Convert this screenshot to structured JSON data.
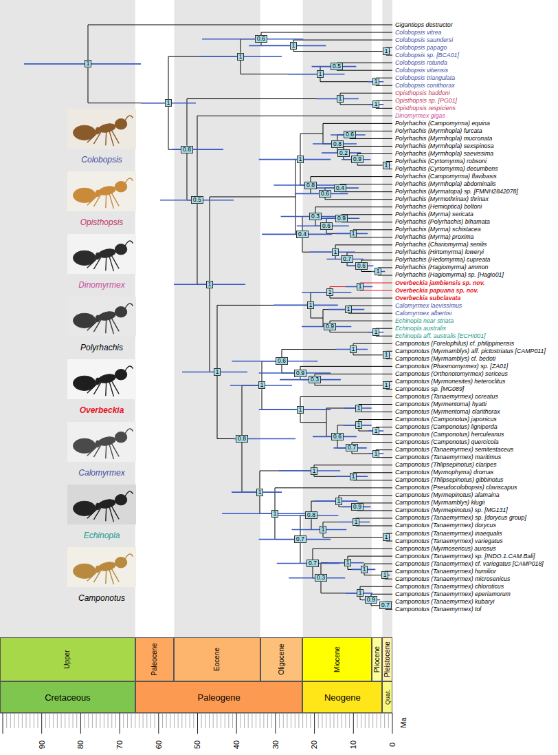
{
  "diagram": {
    "nodes": [
      {
        "text": [
          "1"
        ]
      },
      {
        "text": [
          "1"
        ]
      },
      {
        "text": [
          "1"
        ]
      },
      {
        "text": [
          "0.6"
        ]
      },
      {
        "text": [
          "1"
        ]
      },
      {
        "text": [
          "1"
        ]
      },
      {
        "text": [
          "1"
        ]
      },
      {
        "text": [
          "0.5"
        ]
      },
      {
        "text": [
          "1"
        ]
      },
      {
        "text": [
          "0.8"
        ]
      },
      {
        "text": [
          "1"
        ]
      },
      {
        "text": [
          "1"
        ]
      },
      {
        "text": [
          "0.5"
        ]
      },
      {
        "text": [
          "1"
        ]
      },
      {
        "text": [
          "1"
        ]
      },
      {
        "text": [
          "0.8"
        ]
      },
      {
        "text": [
          "0.6"
        ]
      },
      {
        "text": [
          "0.2"
        ]
      },
      {
        "text": [
          "0.9"
        ]
      },
      {
        "text": [
          "1"
        ]
      },
      {
        "text": [
          "0.8"
        ]
      },
      {
        "text": [
          "0.6"
        ]
      },
      {
        "text": [
          "0.4"
        ]
      },
      {
        "text": [
          "0.4"
        ]
      },
      {
        "text": [
          "0.3"
        ]
      },
      {
        "text": [
          "0.6"
        ]
      },
      {
        "text": [
          "0.9"
        ]
      },
      {
        "text": [
          "1"
        ]
      },
      {
        "text": [
          "1"
        ]
      },
      {
        "text": [
          "0.7"
        ]
      },
      {
        "text": [
          "0.6"
        ]
      },
      {
        "text": [
          "1"
        ]
      },
      {
        "text": [
          "1"
        ]
      },
      {
        "text": [
          "1"
        ]
      },
      {
        "text": [
          "1"
        ]
      },
      {
        "text": [
          "1"
        ]
      },
      {
        "text": [
          "1"
        ]
      },
      {
        "text": [
          "0.9"
        ]
      },
      {
        "text": [
          "1"
        ]
      },
      {
        "text": [
          "0.8"
        ]
      },
      {
        "text": [
          "1"
        ]
      },
      {
        "text": [
          "0.6"
        ]
      },
      {
        "text": [
          "1"
        ]
      },
      {
        "text": [
          "1"
        ]
      },
      {
        "text": [
          "0.9"
        ]
      },
      {
        "text": [
          "0.3"
        ]
      },
      {
        "text": [
          "1"
        ]
      },
      {
        "text": [
          "1"
        ]
      },
      {
        "text": [
          "1"
        ]
      },
      {
        "text": [
          "0.6"
        ]
      },
      {
        "text": [
          "1"
        ]
      },
      {
        "text": [
          "1"
        ]
      },
      {
        "text": [
          "0.7"
        ]
      },
      {
        "text": [
          "1"
        ]
      },
      {
        "text": [
          "1"
        ]
      },
      {
        "text": [
          "1"
        ]
      },
      {
        "text": [
          "1"
        ]
      },
      {
        "text": [
          "1"
        ]
      },
      {
        "text": [
          "0.7"
        ]
      },
      {
        "text": [
          "0.8"
        ]
      },
      {
        "text": [
          "1"
        ]
      },
      {
        "text": [
          "0.9"
        ]
      },
      {
        "text": [
          "1"
        ]
      },
      {
        "text": [
          "1"
        ]
      },
      {
        "text": [
          "1"
        ]
      },
      {
        "text": [
          "0.7"
        ]
      },
      {
        "text": [
          "0.3"
        ]
      },
      {
        "text": [
          "1"
        ]
      },
      {
        "text": [
          "1"
        ]
      },
      {
        "text": [
          "1"
        ]
      },
      {
        "text": [
          "1"
        ]
      },
      {
        "text": [
          "0.9"
        ]
      },
      {
        "text": [
          "0.7"
        ]
      },
      {
        "text": [
          "Upper"
        ]
      },
      {
        "text": [
          "Paleocene"
        ]
      },
      {
        "text": [
          "Eocene"
        ]
      },
      {
        "text": [
          "Oligocene"
        ]
      },
      {
        "text": [
          "Miocene"
        ]
      },
      {
        "text": [
          "Pliocene"
        ]
      },
      {
        "text": [
          "Pleistocene"
        ]
      },
      {
        "text": [
          "Cretaceous"
        ]
      },
      {
        "text": [
          "Paleogene"
        ]
      },
      {
        "text": [
          "Neogene"
        ]
      },
      {
        "text": [
          "Quat."
        ]
      }
    ],
    "edges": [
      {
        "from": 0,
        "to": 1,
        "arrow": "none"
      },
      {
        "from": 1,
        "to": 2,
        "arrow": "none"
      },
      {
        "from": 1,
        "to": 9,
        "arrow": "none"
      },
      {
        "from": 2,
        "to": 3,
        "arrow": "none"
      },
      {
        "from": 2,
        "to": 6,
        "arrow": "none"
      },
      {
        "from": 3,
        "to": 4,
        "arrow": "none"
      },
      {
        "from": 4,
        "to": 5,
        "arrow": "none"
      },
      {
        "from": 6,
        "to": 7,
        "arrow": "none"
      },
      {
        "from": 6,
        "to": 8,
        "arrow": "none"
      },
      {
        "from": 9,
        "to": 10,
        "arrow": "none"
      },
      {
        "from": 9,
        "to": 12,
        "arrow": "none"
      },
      {
        "from": 10,
        "to": 11,
        "arrow": "none"
      },
      {
        "from": 12,
        "to": 13,
        "arrow": "none"
      },
      {
        "from": 13,
        "to": 32,
        "arrow": "none"
      },
      {
        "from": 14,
        "to": 20,
        "arrow": "none"
      },
      {
        "from": 15,
        "to": 16,
        "arrow": "none"
      },
      {
        "from": 15,
        "to": 17,
        "arrow": "none"
      },
      {
        "from": 17,
        "to": 18,
        "arrow": "none"
      },
      {
        "from": 18,
        "to": 19,
        "arrow": "none"
      },
      {
        "from": 20,
        "to": 21,
        "arrow": "none"
      },
      {
        "from": 21,
        "to": 22,
        "arrow": "none"
      },
      {
        "from": 23,
        "to": 24,
        "arrow": "none"
      },
      {
        "from": 23,
        "to": 28,
        "arrow": "none"
      },
      {
        "from": 24,
        "to": 25,
        "arrow": "none"
      },
      {
        "from": 25,
        "to": 26,
        "arrow": "none"
      },
      {
        "from": 25,
        "to": 27,
        "arrow": "none"
      },
      {
        "from": 28,
        "to": 29,
        "arrow": "none"
      },
      {
        "from": 29,
        "to": 30,
        "arrow": "none"
      },
      {
        "from": 30,
        "to": 31,
        "arrow": "none"
      },
      {
        "from": 32,
        "to": 33,
        "arrow": "none"
      },
      {
        "from": 32,
        "to": 39,
        "arrow": "none"
      },
      {
        "from": 33,
        "to": 34,
        "arrow": "none"
      },
      {
        "from": 34,
        "to": 35,
        "arrow": "none"
      },
      {
        "from": 37,
        "to": 38,
        "arrow": "none"
      },
      {
        "from": 39,
        "to": 40,
        "arrow": "none"
      },
      {
        "from": 39,
        "to": 54,
        "arrow": "none"
      },
      {
        "from": 40,
        "to": 41,
        "arrow": "none"
      },
      {
        "from": 40,
        "to": 47,
        "arrow": "none"
      },
      {
        "from": 41,
        "to": 42,
        "arrow": "none"
      },
      {
        "from": 41,
        "to": 44,
        "arrow": "none"
      },
      {
        "from": 42,
        "to": 43,
        "arrow": "none"
      },
      {
        "from": 44,
        "to": 45,
        "arrow": "none"
      },
      {
        "from": 45,
        "to": 46,
        "arrow": "none"
      },
      {
        "from": 49,
        "to": 50,
        "arrow": "none"
      },
      {
        "from": 49,
        "to": 52,
        "arrow": "none"
      },
      {
        "from": 50,
        "to": 51,
        "arrow": "none"
      },
      {
        "from": 52,
        "to": 53,
        "arrow": "none"
      },
      {
        "from": 54,
        "to": 55,
        "arrow": "none"
      },
      {
        "from": 54,
        "to": 57,
        "arrow": "none"
      },
      {
        "from": 55,
        "to": 56,
        "arrow": "none"
      },
      {
        "from": 57,
        "to": 58,
        "arrow": "none"
      },
      {
        "from": 58,
        "to": 59,
        "arrow": "none"
      },
      {
        "from": 58,
        "to": 65,
        "arrow": "none"
      },
      {
        "from": 59,
        "to": 60,
        "arrow": "none"
      },
      {
        "from": 59,
        "to": 62,
        "arrow": "none"
      },
      {
        "from": 60,
        "to": 61,
        "arrow": "none"
      },
      {
        "from": 62,
        "to": 63,
        "arrow": "none"
      },
      {
        "from": 62,
        "to": 64,
        "arrow": "none"
      },
      {
        "from": 65,
        "to": 66,
        "arrow": "none"
      },
      {
        "from": 66,
        "to": 67,
        "arrow": "none"
      },
      {
        "from": 66,
        "to": 70,
        "arrow": "none"
      },
      {
        "from": 67,
        "to": 68,
        "arrow": "none"
      },
      {
        "from": 68,
        "to": 69,
        "arrow": "none"
      },
      {
        "from": 70,
        "to": 71,
        "arrow": "none"
      },
      {
        "from": 71,
        "to": 72,
        "arrow": "none"
      }
    ],
    "labels": [
      "Gigantiops destructor",
      "Colobopsis vitrea",
      "Colobopsis saundersi",
      "Colobopsis papago",
      "Colobopsis sp. [BCA01]",
      "Colobopsis rotunda",
      "Colobopsis vitiensis",
      "Colobopsis triangulata",
      "Colobopsis conithorax",
      "Opisthopsis haddoni",
      "Opisthopsis sp. [PG01]",
      "Opisthopsis respiciens",
      "Dinomyrmex gigas",
      "Polyrhachis (Campomyrma) equina",
      "Polyrhachis (Myrmhopla) furcata",
      "Polyrhachis (Myrmhopla) mucronata",
      "Polyrhachis (Myrmhopla) sexspinosa",
      "Polyrhachis (Myrmhopla) saevissima",
      "Polyrhachis (Cyrtomyrma) robsoni",
      "Polyrhachis (Cyrtomyrma) decumbens",
      "Polyrhachis (Campomyrma) flavibasis",
      "Polyrhachis (Myrmhopla) abdominalis",
      "Polyrhachis (Myrmatopa) sp. [FMNH2842078]",
      "Polyrhachis (Myrmothrinax) thrinax",
      "Polyrhachis (Hemioptica) boltoni",
      "Polyrhachis (Myrma) sericata",
      "Polyrhachis (Polyrhachis) bihamata",
      "Polyrhachis (Myrma) schistacea",
      "Polyrhachis (Myrma) proxima",
      "Polyrhachis (Chariomyrma) senilis",
      "Polyrhachis (Hirtomyrma) loweryi",
      "Polyrhachis (Hedomyrma) cupreata",
      "Polyrhachis (Hagiomyrma) ammon",
      "Polyrhachis (Hagiomyrma) sp. [Hagio01]",
      "Overbeckia jambiensis sp. nov.",
      "Overbeckia papuana sp. nov.",
      "Overbeckia subclavata",
      "Calomyrmex laevissimus",
      "Calomyrmex albertisi",
      "Echinopla near striata",
      "Echinopla australis",
      "Echinopla aff. australis [ECHI001]",
      "Camponotus (Forelophilus) cf. philippinensis",
      "Camponotus (Myrmamblys) aff. pictostriatus [CAMP011]",
      "Camponotus (Myrmamblys) cf. bedoti",
      "Camponotus (Phasmomyrmex) sp. [ZA01]",
      "Camponotus (Orthonotomyrmex) sericeus",
      "Camponotus (Myrmonesites) heteroclitus",
      "Camponotus sp. [MG089]",
      "Camponotus (Tanaemyrmex) ocreatus",
      "Camponotus (Myrmentoma) hyatti",
      "Camponotus (Myrmentoma) clarithorax",
      "Camponotus (Camponotus) japonicus",
      "Camponotus (Camponotus) ligniperda",
      "Camponotus (Camponotus) herculeanus",
      "Camponotus (Camponotus) quercicola",
      "Camponotus (Tanaemyrmex) semitestaceus",
      "Camponotus (Tanaemyrmex) maritimus",
      "Camponotus (Thlipsepinotus) claripes",
      "Camponotus (Myrmophyma) dromas",
      "Camponotus (Thlipsepinotus) gibbinotus",
      "Camponotus (Pseudocolobopsis) claviscapus",
      "Camponotus (Myrmepinotus) alamaina",
      "Camponotus (Myrmamblys) klugii",
      "Camponotus (Myrmepinotus) sp. [MG131]",
      "Camponotus (Tanaemyrmex) sp. [dorycus group]",
      "Camponotus (Tanaemyrmex) dorycus",
      "Camponotus (Tanaemyrmex) inaequalis",
      "Camponotus (Tanaemyrmex) variegatus",
      "Camponotus (Myrmosericus) aurosus",
      "Camponotus (Tanaemyrmex) sp. [INDO.1.CAM.Bali]",
      "Camponotus (Tanaemyrmex) cf. variegatus [CAMP018]",
      "Camponotus (Tanaemyrmex) humilior",
      "Camponotus (Tanaemyrmex) microsenicus",
      "Camponotus (Tanaemyrmex) chloroticus",
      "Camponotus (Tanaemyrmex) eperiamorum",
      "Camponotus (Tanaemyrmex) kubaryi",
      "Camponotus (Tanaemyrmex) tol",
      "Colobopsis",
      "Opisthopsis",
      "Dinomyrmex",
      "Polyrhachis",
      "Overbeckia",
      "Calomyrmex",
      "Echinopla",
      "Camponotus",
      "90",
      "80",
      "70",
      "60",
      "50",
      "40",
      "30",
      "20",
      "10",
      "0",
      "Ma"
    ]
  }
}
